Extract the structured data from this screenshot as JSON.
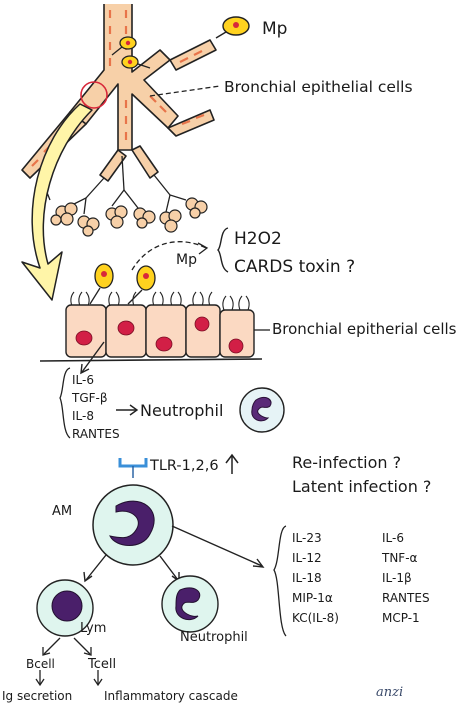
{
  "labels": {
    "mp_top": "Mp",
    "bronchial_top": "Bronchial epithelial cells",
    "mp_mid": "Mp",
    "h2o2": "H2O2",
    "cards": "CARDS toxin ?",
    "bronchial_mid": "Bronchial epitherial cells",
    "il6_a": "IL-6",
    "tgfb": "TGF-β",
    "il8": "IL-8",
    "rantes_a": "RANTES",
    "neutrophil_a": "Neutrophil",
    "tlr": "TLR-1,2,6",
    "reinfection": "Re-infection ?",
    "latent": "Latent infection ?",
    "am": "AM",
    "cytokines_left": [
      "IL-23",
      "IL-12",
      "IL-18",
      "MIP-1α",
      "KC(IL-8)"
    ],
    "cytokines_right": [
      "IL-6",
      "TNF-α",
      "IL-1β",
      "RANTES",
      "MCP-1"
    ],
    "lym": "Lym",
    "neutrophil_b": "Neutrophil",
    "bcell": "Bcell",
    "tcell": "Tcell",
    "ig": "Ig secretion",
    "inflam": "Inflammatory cascade",
    "signature": "anzi"
  },
  "colors": {
    "airway_fill": "#f7d0a8",
    "airway_stripe": "#e8744a",
    "mp_fill": "#ffd21f",
    "mp_nucleus": "#d8283a",
    "epithelial_fill": "#fbd9c2",
    "cell_nucleus": "#d21f46",
    "yellow_arrow": "#fff5a8",
    "neutrophil_nucleus": "#5a2a78",
    "am_fill": "#dff5ee",
    "am_nucleus": "#4a1f6a",
    "tlr": "#3a8fd8"
  }
}
